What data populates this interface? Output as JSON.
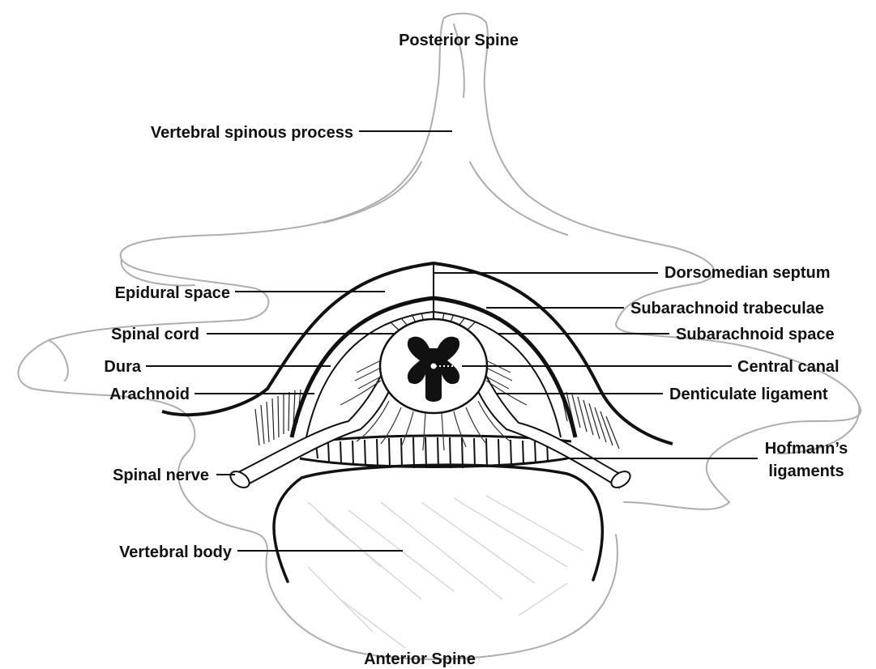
{
  "diagram": {
    "top_label": "Posterior Spine",
    "bottom_label": "Anterior Spine",
    "left_labels": [
      "Vertebral spinous process",
      "Epidural space",
      "Spinal cord",
      "Dura",
      "Arachnoid",
      "Spinal nerve",
      "Vertebral body"
    ],
    "right_labels": [
      "Dorsomedian septum",
      "Subarachnoid trabeculae",
      "Subarachnoid space",
      "Central canal",
      "Denticulate ligament",
      "Hofmann’s",
      "ligaments"
    ]
  }
}
